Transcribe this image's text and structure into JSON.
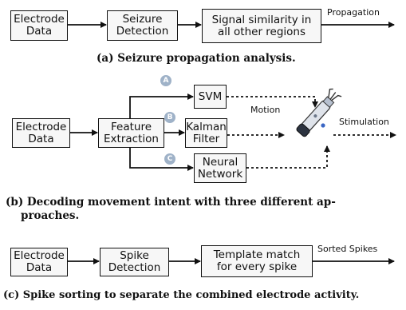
{
  "panel_a": {
    "electrode_data": "Electrode\nData",
    "seizure_detection": "Seizure\nDetection",
    "signal_similarity": "Signal similarity in\nall other regions",
    "output_label": "Propagation",
    "caption": "(a) Seizure propagation analysis."
  },
  "panel_b": {
    "electrode_data": "Electrode\nData",
    "feature_extraction": "Feature\nExtraction",
    "svm": "SVM",
    "kalman_filter": "Kalman\nFilter",
    "neural_network": "Neural\nNetwork",
    "badge_a": "A",
    "badge_b": "B",
    "badge_c": "C",
    "motion_label": "Motion",
    "stimulation_label": "Stimulation",
    "caption_line1": "(b) Decoding movement intent with three different ap-",
    "caption_line2": "proaches.",
    "icon": "robotic-arm-icon"
  },
  "panel_c": {
    "electrode_data": "Electrode\nData",
    "spike_detection": "Spike\nDetection",
    "template_match": "Template match\nfor every spike",
    "output_label": "Sorted Spikes",
    "caption": "(c) Spike sorting to separate the combined electrode activity."
  }
}
